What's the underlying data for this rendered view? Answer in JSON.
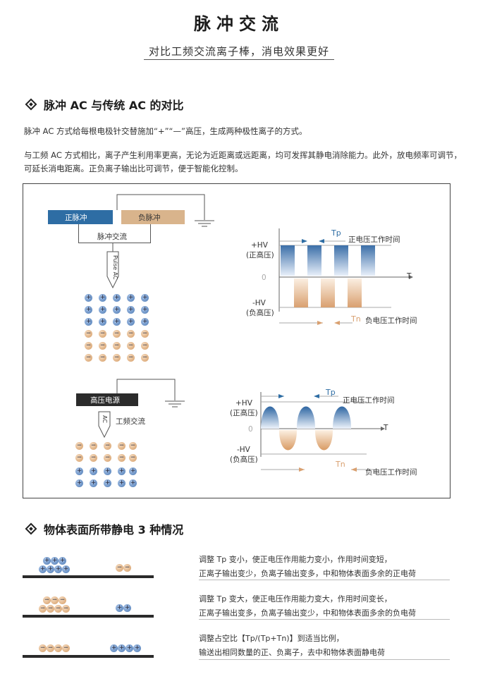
{
  "header": {
    "title": "脉冲交流",
    "subtitle": "对比工频交流离子棒，消电效果更好"
  },
  "section1": {
    "heading": "脉冲 AC 与传统 AC 的对比",
    "para1": "脉冲 AC 方式给每根电极针交替施加“+”“—”高压，生成两种极性离子的方式。",
    "para2_line1": "与工频 AC 方式相比，离子产生利用率更高，无论为近距离或远距离，均可发挥其静电消除能力。此外，放电频率可调节，",
    "para2_line2": "可延长消电距离。正负离子输出比可调节，便于智能化控制。"
  },
  "diagram_pulse": {
    "pos_pulse": "正脉冲",
    "neg_pulse": "负脉冲",
    "pulse_ac": "脉冲交流",
    "needle_label": "Pulse AC",
    "hv_pos": "+HV",
    "hv_pos_sub": "(正高压)",
    "hv_neg": "-HV",
    "hv_neg_sub": "(负高压)",
    "zero": "0",
    "t_axis": "T",
    "tp": "Tp",
    "tn": "Tn",
    "pos_time": "正电压工作时间",
    "neg_time": "负电压工作时间"
  },
  "diagram_ac": {
    "hv_source": "高压电源",
    "needle_label": "AC",
    "freq_ac": "工频交流",
    "hv_pos": "+HV",
    "hv_pos_sub": "(正高压)",
    "hv_neg": "-HV",
    "hv_neg_sub": "(负高压)",
    "zero": "0",
    "t_axis": "T",
    "tp": "Tp",
    "tn": "Tn",
    "pos_time": "正电压工作时间",
    "neg_time": "负电压工作时间"
  },
  "section2": {
    "heading": "物体表面所带静电 3 种情况",
    "case1_line1": "调整 Tp 变小，使正电压作用能力变小，作用时间变短，",
    "case1_line2": "正离子输出变少，负离子输出变多，中和物体表面多余的正电荷",
    "case2_line1": "调整 Tp 变大，使正电压作用能力变大，作用时间变长，",
    "case2_line2": "正离子输出变多，负离子输出变少，中和物体表面多余的负电荷",
    "case3_line1": "调整占空比【Tp/(Tp+Tn)】到适当比例，",
    "case3_line2": "输送出相同数量的正、负离子，去中和物体表面静电荷"
  },
  "colors": {
    "blue": "#2e6da4",
    "orange": "#d9a878",
    "dark": "#333333"
  }
}
